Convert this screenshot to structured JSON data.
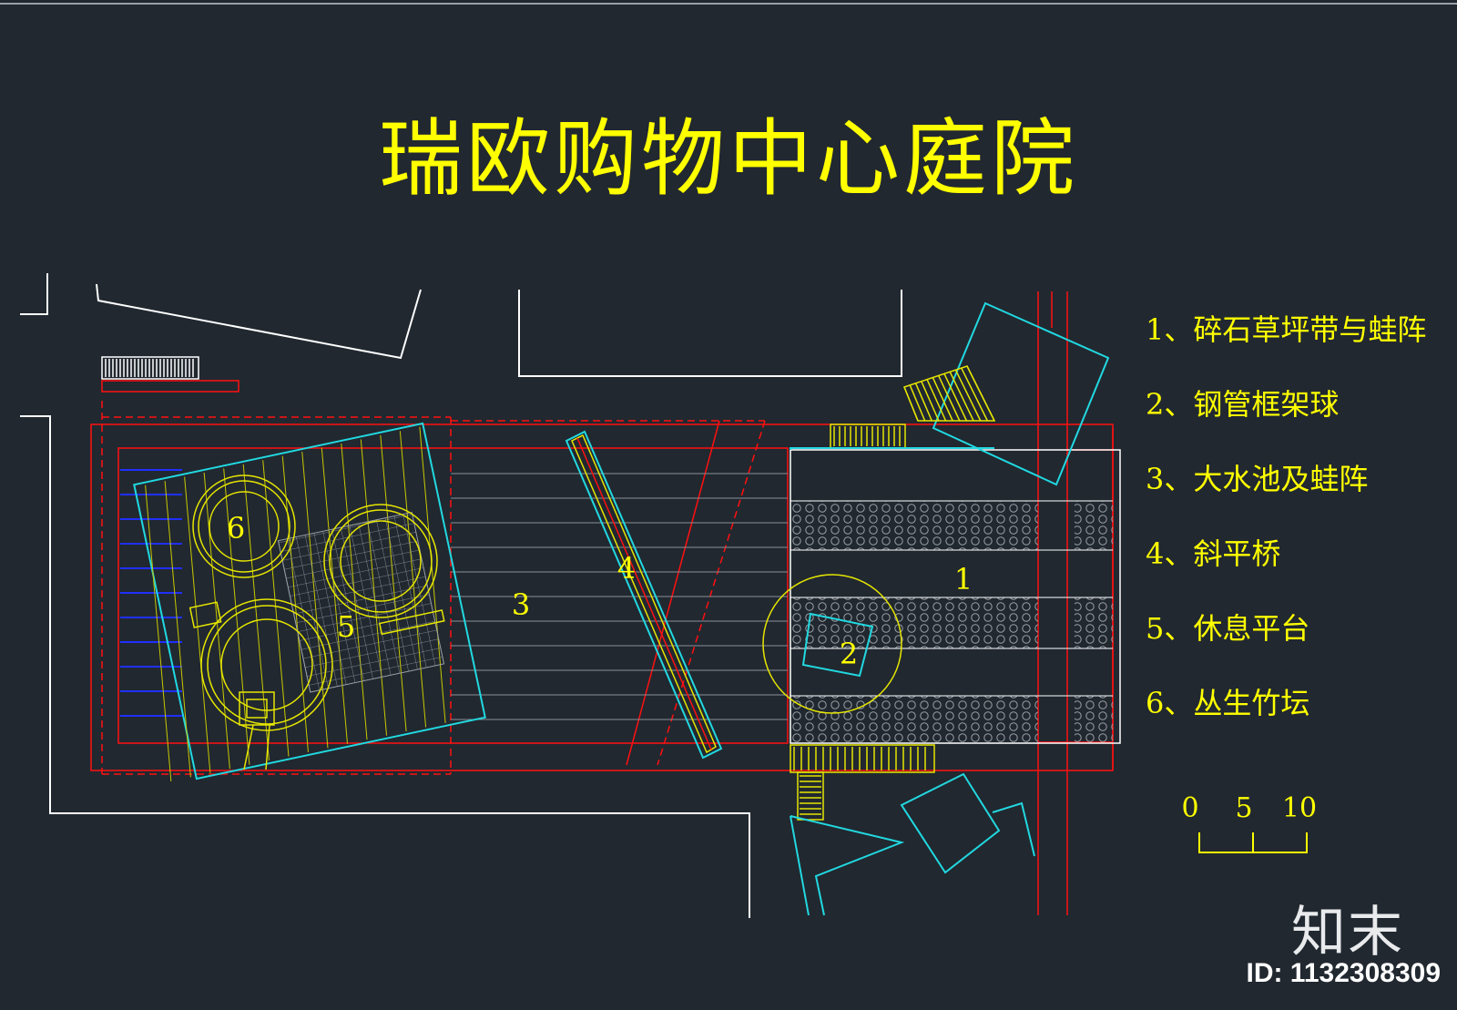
{
  "title": "瑞欧购物中心庭院",
  "legend": [
    {
      "num": "1、",
      "label": "碎石草坪带与蛙阵"
    },
    {
      "num": "2、",
      "label": "钢管框架球"
    },
    {
      "num": "3、",
      "label": "大水池及蛙阵"
    },
    {
      "num": "4、",
      "label": "斜平桥"
    },
    {
      "num": "5、",
      "label": "休息平台"
    },
    {
      "num": "6、",
      "label": "丛生竹坛"
    }
  ],
  "zone_labels": {
    "z1": "1",
    "z2": "2",
    "z3": "3",
    "z4": "4",
    "z5": "5",
    "z6": "6"
  },
  "scale_bar": {
    "labels": [
      "0",
      "5",
      "10"
    ]
  },
  "watermark": {
    "logo": "知末",
    "id": "ID: 1132308309"
  },
  "colors": {
    "background": "#212830",
    "text": "#ffff00",
    "boundary": "#ffffff",
    "red_line": "#ff1010",
    "cyan_line": "#22d8e0",
    "yellow_line": "#e6e600",
    "blue_line": "#2030ff"
  }
}
